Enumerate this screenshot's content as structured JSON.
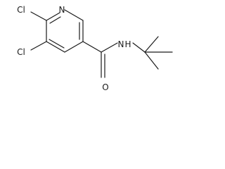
{
  "molecule": {
    "atoms": {
      "ring_nitrogen": "N",
      "chlorine_top": "Cl",
      "chlorine_bottom": "Cl",
      "amide_nitrogen": "N",
      "amide_hydrogen": "H",
      "carbonyl_oxygen": "O"
    },
    "colors": {
      "bond": "#1a1a1a",
      "label": "#1a1a1a",
      "background": "#ffffff"
    }
  }
}
